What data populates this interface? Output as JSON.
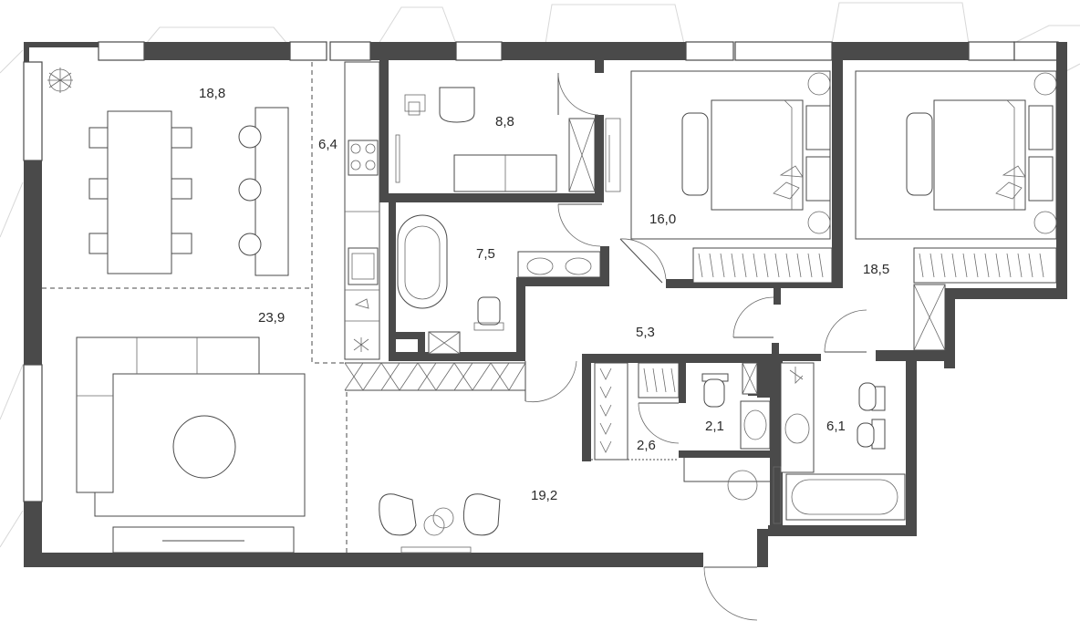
{
  "plan": {
    "rooms": [
      {
        "id": "dining",
        "area": "18,8"
      },
      {
        "id": "kitchen",
        "area": "6,4"
      },
      {
        "id": "dressing",
        "area": "8,8"
      },
      {
        "id": "bedroom-1",
        "area": "16,0"
      },
      {
        "id": "bathroom-1",
        "area": "7,5"
      },
      {
        "id": "bedroom-2",
        "area": "18,5"
      },
      {
        "id": "living",
        "area": "23,9"
      },
      {
        "id": "corridor",
        "area": "5,3"
      },
      {
        "id": "hall",
        "area": "19,2"
      },
      {
        "id": "toilet",
        "area": "2,1"
      },
      {
        "id": "closet",
        "area": "2,6"
      },
      {
        "id": "bathroom-2",
        "area": "6,1"
      }
    ],
    "colors": {
      "wall": "#4a4a4a",
      "line": "#4a4a4a",
      "background": "#ffffff",
      "facade": "#d8d8d8"
    }
  }
}
